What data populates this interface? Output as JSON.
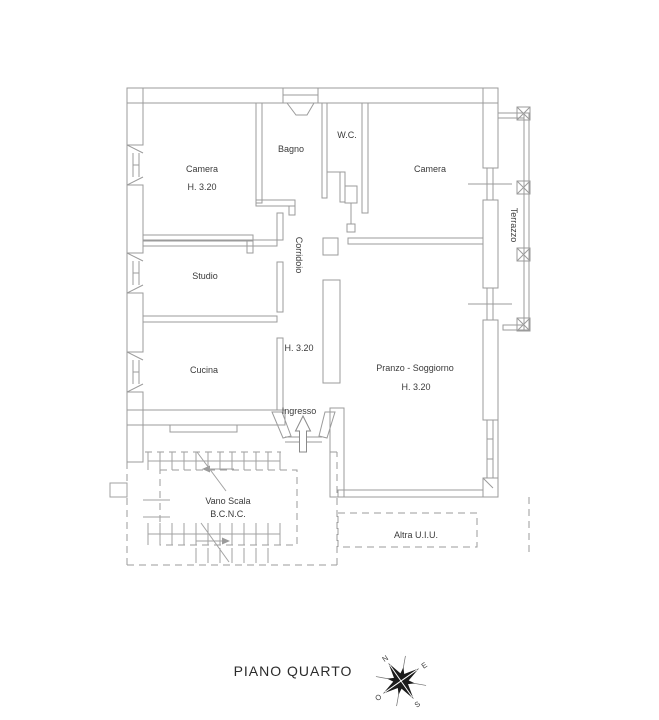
{
  "drawing_type": "floor-plan",
  "labels": {
    "camera1": "Camera",
    "camera1_h": "H. 3.20",
    "bagno": "Bagno",
    "wc": "W.C.",
    "camera2": "Camera",
    "terrazzo": "Terrazzo",
    "studio": "Studio",
    "corridoio": "Corridoio",
    "corridoio_h": "H. 3.20",
    "cucina": "Cucina",
    "ingresso": "Ingresso",
    "pranzo": "Pranzo - Soggiorno",
    "pranzo_h": "H. 3.20",
    "vano_scala_1": "Vano Scala",
    "vano_scala_2": "B.C.N.C.",
    "altra": "Altra U.I.U."
  },
  "footer": {
    "title": "PIANO QUARTO"
  },
  "compass": {
    "north": "N",
    "east": "E",
    "south": "S",
    "west": "O"
  },
  "colors": {
    "wall_line": "#9b9b9b",
    "text": "#3a3a3a",
    "compass_star": "#1c1c1c",
    "background": "#ffffff"
  }
}
